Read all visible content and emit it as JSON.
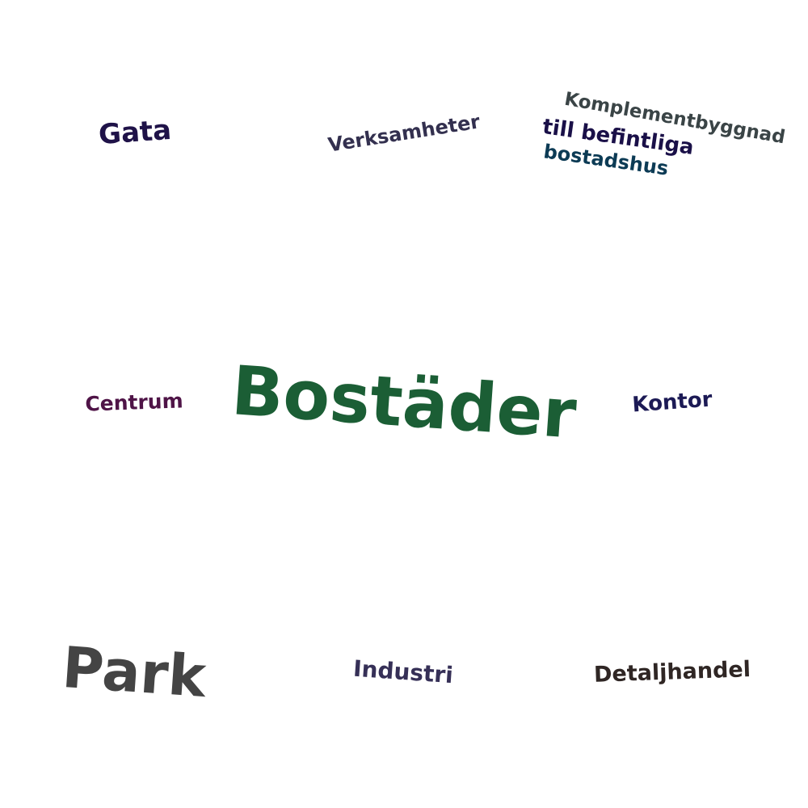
{
  "words": {
    "bostader": {
      "text": "Bostäder",
      "color": "#1b5e35"
    },
    "park": {
      "text": "Park",
      "color": "#444444"
    },
    "gata": {
      "text": "Gata",
      "color": "#1f1248"
    },
    "verksamheter": {
      "text": "Verksamheter",
      "color": "#33304f"
    },
    "komplement_line1": {
      "text": "Komplementbyggnad",
      "color": "#3a4446"
    },
    "komplement_line2": {
      "text": "till befintliga",
      "color": "#1a1048"
    },
    "komplement_line3": {
      "text": "bostadshus",
      "color": "#0c3b55"
    },
    "centrum": {
      "text": "Centrum",
      "color": "#4f1447"
    },
    "kontor": {
      "text": "Kontor",
      "color": "#1c1a55"
    },
    "industri": {
      "text": "Industri",
      "color": "#363057"
    },
    "detaljhandel": {
      "text": "Detaljhandel",
      "color": "#2f2624"
    }
  }
}
